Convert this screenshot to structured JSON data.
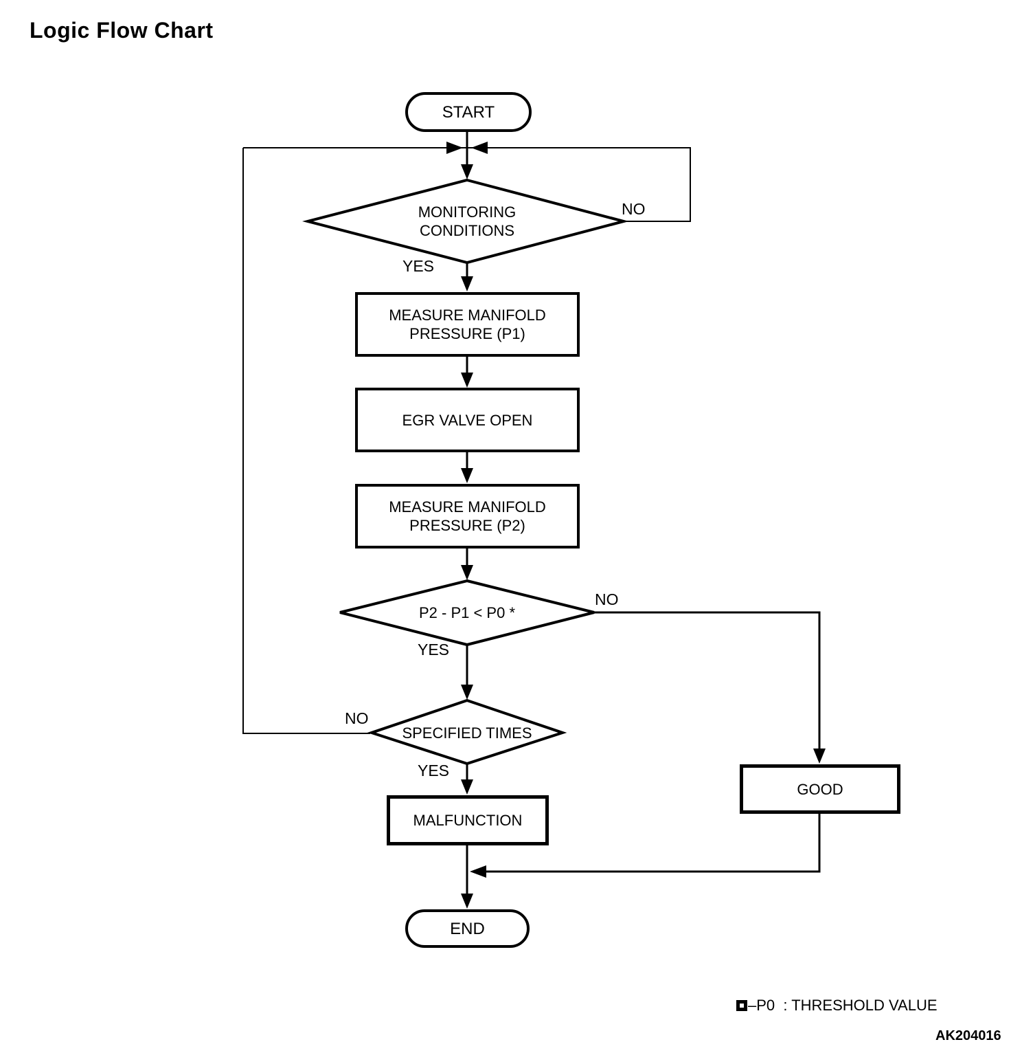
{
  "title": "Logic Flow Chart",
  "figure_code": "AK204016",
  "legend": {
    "marker": "threshold-square-marker",
    "text": "–P0  : THRESHOLD VALUE"
  },
  "nodes": {
    "start": {
      "type": "terminator",
      "label": "START"
    },
    "monitoring": {
      "type": "decision",
      "label": "MONITORING\nCONDITIONS"
    },
    "measure_p1": {
      "type": "process",
      "label": "MEASURE MANIFOLD\nPRESSURE (P1)"
    },
    "egr_valve": {
      "type": "process",
      "label": "EGR VALVE OPEN"
    },
    "measure_p2": {
      "type": "process",
      "label": "MEASURE MANIFOLD\nPRESSURE (P2)"
    },
    "compare": {
      "type": "decision",
      "label": "P2 - P1 < P0 *"
    },
    "specified_times": {
      "type": "decision",
      "label": "SPECIFIED TIMES"
    },
    "malfunction": {
      "type": "process",
      "label": "MALFUNCTION"
    },
    "good": {
      "type": "process",
      "label": "GOOD"
    },
    "end": {
      "type": "terminator",
      "label": "END"
    }
  },
  "edge_labels": {
    "monitoring_no": "NO",
    "monitoring_yes": "YES",
    "compare_no": "NO",
    "compare_yes": "YES",
    "specified_no": "NO",
    "specified_yes": "YES"
  }
}
